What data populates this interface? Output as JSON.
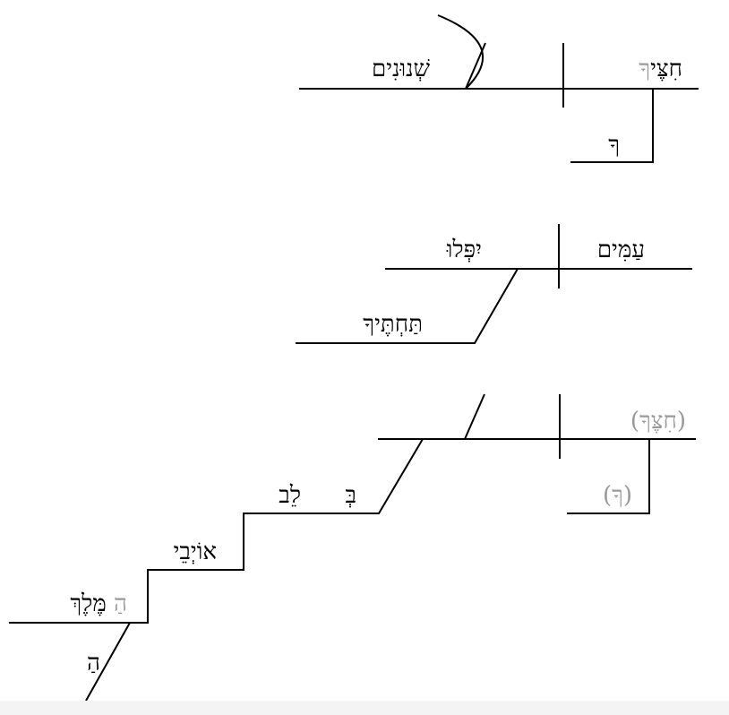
{
  "colors": {
    "ink": "#000000",
    "implied": "#999999",
    "background": "#ffffff"
  },
  "clause1": {
    "subject_main": "חִצֶּי",
    "subject_suffix": "ךָ",
    "predicate_adjective": "שְׁנוּנִים",
    "modifier": "ךָ"
  },
  "clause2": {
    "subject": "עַמִּים",
    "verb": "יִפְּלוּ",
    "prep_object": "תַּחְתֶּיךָ"
  },
  "clause3": {
    "subject_implied": "(חִצֶּךָ)",
    "modifier_implied": "(ךָ)",
    "prep": "בְּ",
    "object": "לֵב",
    "genitive1": "אוֹיְבֵי",
    "genitive2_article": "הַ",
    "genitive2_noun": "מֶּלֶךְ",
    "article_modifier": "הַ"
  }
}
